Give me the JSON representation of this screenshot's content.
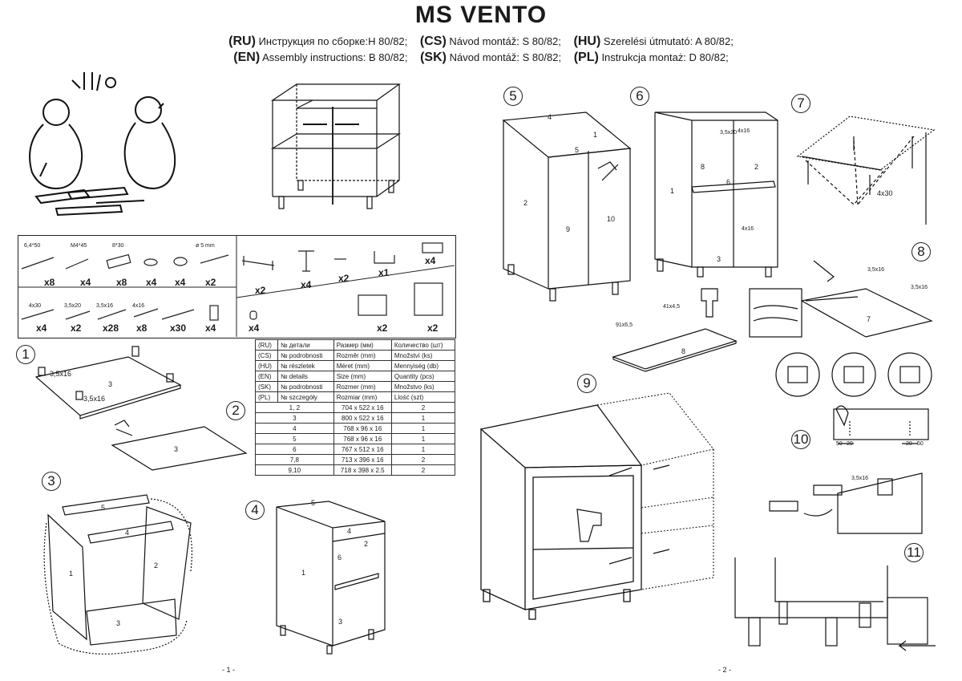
{
  "header": {
    "title": "MS VENTO",
    "instructions_row1": [
      {
        "code": "(RU)",
        "text": "Инструкция по сборке:H 80/82;"
      },
      {
        "code": "(CS)",
        "text": "Návod montáž: S 80/82;"
      },
      {
        "code": "(HU)",
        "text": "Szerelési útmutató: A 80/82;"
      }
    ],
    "instructions_row2": [
      {
        "code": "(EN)",
        "text": "Assembly instructions: B 80/82;"
      },
      {
        "code": "(SK)",
        "text": "Návod montáž: S 80/82;"
      },
      {
        "code": "(PL)",
        "text": "Instrukcja montaż: D 80/82;"
      }
    ]
  },
  "hardware_left_top": [
    {
      "size": "6,4*50",
      "qty": "x8",
      "icon": "long-screw-icon"
    },
    {
      "size": "M4*45",
      "qty": "x4",
      "icon": "bolt-icon"
    },
    {
      "size": "8*30",
      "qty": "x8",
      "icon": "dowel-icon"
    },
    {
      "size": "",
      "qty": "x4",
      "icon": "washer-icon"
    },
    {
      "size": "",
      "qty": "x4",
      "icon": "cap-icon"
    },
    {
      "size": "ø 5 mm",
      "qty": "x2",
      "icon": "pin-icon"
    }
  ],
  "hardware_left_bottom": [
    {
      "size": "4x30",
      "qty": "x4",
      "icon": "screw-icon"
    },
    {
      "size": "3,5x20",
      "qty": "x2",
      "icon": "screw-icon"
    },
    {
      "size": "3,5x16",
      "qty": "x28",
      "icon": "screw-icon"
    },
    {
      "size": "4x16",
      "qty": "x8",
      "icon": "screw-icon"
    },
    {
      "size": "",
      "qty": "x30",
      "icon": "nail-icon"
    },
    {
      "size": "",
      "qty": "x4",
      "icon": "connector-icon"
    }
  ],
  "hardware_right": [
    {
      "qty": "x2",
      "icon": "handle-icon"
    },
    {
      "qty": "x4",
      "icon": "leg-icon"
    },
    {
      "qty": "x2",
      "icon": "clip-icon"
    },
    {
      "qty": "x1",
      "icon": "hook-icon"
    },
    {
      "qty": "x4",
      "icon": "plate-icon"
    },
    {
      "qty": "x4",
      "icon": "bumper-icon"
    },
    {
      "qty": "x2",
      "icon": "hinge-icon"
    },
    {
      "qty": "x2",
      "icon": "bracket-icon"
    }
  ],
  "parts_table": {
    "header_rows": [
      [
        "(RU)",
        "№ детали",
        "Размер  (мм)",
        "Количество (шт)"
      ],
      [
        "(CS)",
        "№ podrobnosti",
        "Rozměr (mm)",
        "Množství (ks)"
      ],
      [
        "(HU)",
        "№ részletek",
        "Méret (mm)",
        "Mennyiség (db)"
      ],
      [
        "(EN)",
        "№ details",
        "Size (mm)",
        "Quantity  (pcs)"
      ],
      [
        "(SK)",
        "№ podrobnosti",
        "Rozmer (mm)",
        "Množstvo (ks)"
      ],
      [
        "(PL)",
        "№ szczegóły",
        "Rozmiar (mm)",
        "Llość (szt)"
      ]
    ],
    "rows": [
      [
        "1, 2",
        "704 x 522 x 16",
        "2"
      ],
      [
        "3",
        "800 x 522 x 16",
        "1"
      ],
      [
        "4",
        "768 x 96 x 16",
        "1"
      ],
      [
        "5",
        "768 x 96 x 16",
        "1"
      ],
      [
        "6",
        "767 x 512 x 16",
        "1"
      ],
      [
        "7,8",
        "713 x 396 x 16",
        "2"
      ],
      [
        "9,10",
        "718 x 398 x 2.5",
        "2"
      ]
    ]
  },
  "steps": [
    "1",
    "2",
    "3",
    "4",
    "5",
    "6",
    "7",
    "8",
    "9",
    "10",
    "11"
  ],
  "labels": {
    "s1_screw_a": "3,5x16",
    "s1_screw_b": "3,5x16",
    "s1_panel": "3",
    "s2_panel": "3",
    "s3_p5": "5",
    "s3_p4": "4",
    "s3_p1": "1",
    "s3_p2": "2",
    "s3_p3": "3",
    "s4_p5": "5",
    "s4_p4": "4",
    "s4_p2": "2",
    "s4_p6": "6",
    "s4_p1": "1",
    "s4_p3": "3",
    "s5_p4": "4",
    "s5_p1": "1",
    "s5_p5": "5",
    "s5_p2": "2",
    "s5_p9": "9",
    "s5_p10": "10",
    "s6_p8": "8",
    "s6_p2": "2",
    "s6_p1": "1",
    "s6_p6": "6",
    "s6_p3": "3",
    "s6_s1": "3,5x20",
    "s6_s2": "4x16",
    "s6_s3": "4x16",
    "s7_screw": "4x30",
    "s8_p7": "7",
    "s8_screw": "3,5x16",
    "s8_screw2": "3,5x16",
    "s8b_p8": "8",
    "s8b_s1": "41x4,5",
    "s8b_s2": "91x6,5",
    "s10_d1": "50",
    "s10_d2": "20",
    "s10_d3": "20",
    "s10_d4": "50",
    "s10_screw": "3,5x16"
  },
  "footer": {
    "page1": "- 1 -",
    "page2": "- 2 -"
  }
}
